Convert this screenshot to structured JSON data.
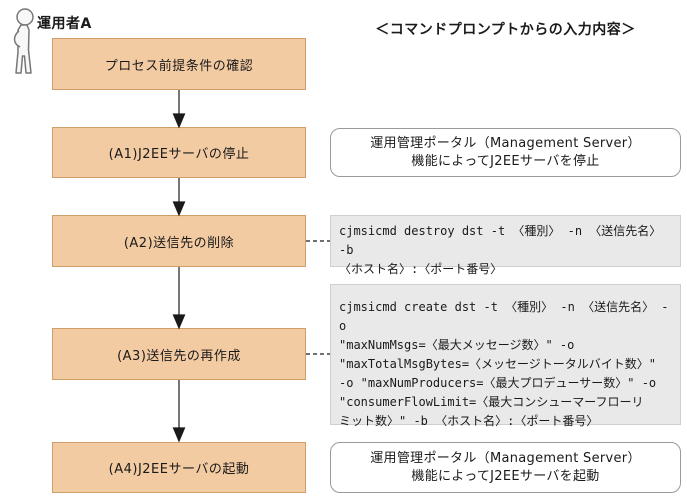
{
  "actor": {
    "label": "運用者A"
  },
  "right_header": "＜コマンドプロンプトからの入力内容＞",
  "flow_steps": [
    {
      "label": "プロセス前提条件の確認"
    },
    {
      "label": "(A1)J2EEサーバの停止"
    },
    {
      "label": "(A2)送信先の削除"
    },
    {
      "label": "(A3)送信先の再作成"
    },
    {
      "label": "(A4)J2EEサーバの起動"
    }
  ],
  "annotations": [
    {
      "type": "rounded",
      "text": "運用管理ポータル（Management Server）\n機能によってJ2EEサーバを停止"
    },
    {
      "type": "command",
      "text": "cjmsicmd destroy dst -t 〈種別〉 -n 〈送信先名〉 -b\n〈ホスト名〉:〈ポート番号〉"
    },
    {
      "type": "command",
      "text": "cjmsicmd create dst -t 〈種別〉 -n 〈送信先名〉 -o\n\"maxNumMsgs=〈最大メッセージ数〉\" -o\n\"maxTotalMsgBytes=〈メッセージトータルバイト数〉\"\n-o \"maxNumProducers=〈最大プロデューサー数〉\" -o\n\"consumerFlowLimit=〈最大コンシューマーフローリ\nミット数〉\" -b 〈ホスト名〉:〈ポート番号〉"
    },
    {
      "type": "rounded",
      "text": "運用管理ポータル（Management Server）\n機能によってJ2EEサーバを起動"
    }
  ],
  "colors": {
    "step_fill": "#f3cba3",
    "step_border": "#cf9e6b",
    "command_fill": "#e9e9e9",
    "command_border": "#cfcfcf",
    "callout_fill": "#ffffff",
    "callout_border": "#9a9a9a",
    "arrow": "#1a1a1a"
  }
}
